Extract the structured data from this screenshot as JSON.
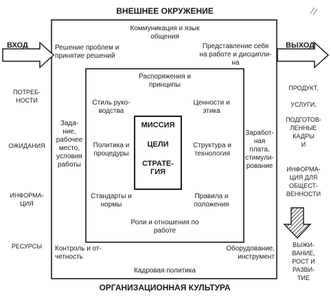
{
  "header": {
    "title": "ВНЕШНЕЕ ОКРУЖЕНИЕ"
  },
  "footer": {
    "title": "ОРГАНИЗАЦИОННАЯ КУЛЬТУРА"
  },
  "input": {
    "label": "ВХОД",
    "items": [
      "ПОТРЕБ-\nНОСТИ",
      "ОЖИДАНИЯ",
      "ИНФОРМА-\nЦИЯ",
      "РЕСУРСЫ"
    ]
  },
  "output": {
    "label": "ВЫХОД",
    "items": [
      "ПРОДУКТ,",
      "УСЛУГИ,",
      "ПОДГОТОВ-\nЛЕННЫЕ\nКАДРЫ\nИ",
      "ИНФОРМА-\nЦИЯ ДЛЯ\nОБЩЕСТ-\nВЕННОСТИ"
    ],
    "result": "ВЫЖИ-\nВАНИЕ,\nРОСТ И\nРАЗВИ-\nТИЕ"
  },
  "outer_ring": {
    "top_center": "Коммуникация и язык\nобщения",
    "top_left": "Решение проблем и\nпринятие решений",
    "top_right": "Представление себя\nна работе и дисципли-\nна",
    "left": "Зада-\nние,\nрабочее\nместо,\nусловия\nработы",
    "right": "Заработ-\nная плата,\nстимули-\nрование",
    "bottom_left": "Контроль и от-\nчетность",
    "bottom_right": "Оборудование,\nинструмент",
    "bottom_center": "Кадровая политика"
  },
  "middle_ring": {
    "top_center": "Распоряжения и\nпринципы",
    "top_left": "Стиль руко-\nводства",
    "top_right": "Ценности и\nэтика",
    "left": "Политика и\nпроцедуры",
    "right": "Структура и\nтехнология",
    "bottom_left": "Стандарты и\nнормы",
    "bottom_right": "Правила и\nположения",
    "bottom_center": "Роли и отношения по\nработе"
  },
  "core": {
    "mission": "МИССИЯ",
    "goals": "ЦЕЛИ",
    "strategy": "СТРАТЕ-\nГИЯ"
  }
}
